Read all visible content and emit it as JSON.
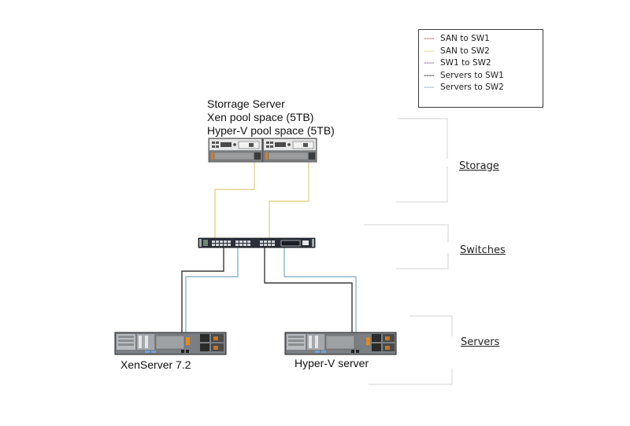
{
  "legend": {
    "items": [
      {
        "dash": "----",
        "label": "SAN to SW1",
        "color": "#c0504d"
      },
      {
        "dash": "----",
        "label": "SAN to SW2",
        "color": "#e6c96b"
      },
      {
        "dash": "----",
        "label": "SW1 to SW2",
        "color": "#7f5f8f"
      },
      {
        "dash": "----",
        "label": "Servers to SW1",
        "color": "#222222"
      },
      {
        "dash": "----",
        "label": "Servers to SW2",
        "color": "#7fa7bf"
      }
    ]
  },
  "storage": {
    "lines": [
      "Storrage Server",
      "Xen pool space (5TB)",
      "Hyper-V pool space (5TB)"
    ]
  },
  "sections": {
    "storage": "Storage",
    "switches": "Switches",
    "servers": "Servers"
  },
  "servers": {
    "xen": "XenServer 7.2",
    "hyperv": "Hyper-V server"
  },
  "colors": {
    "san_link": "#e8d89a",
    "server_sw1": "#3c3c3c",
    "server_sw2": "#8fb4c6",
    "bracket": "#d9d9d9"
  }
}
